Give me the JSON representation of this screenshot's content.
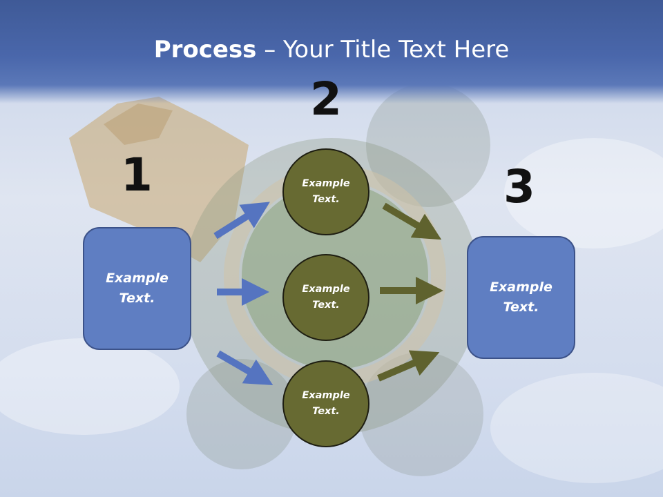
{
  "title": {
    "bold": "Process",
    "rest": " – Your Title Text Here"
  },
  "steps": {
    "one": "1",
    "two": "2",
    "three": "3"
  },
  "left_box": {
    "text": "Example Text."
  },
  "right_box": {
    "text": "Example Text."
  },
  "circles": [
    {
      "text": "Example Text."
    },
    {
      "text": "Example Text."
    },
    {
      "text": "Example Text."
    }
  ],
  "colors": {
    "header": "#4a67ab",
    "box_fill": "#5f7ec2",
    "circle_fill": "#676a32",
    "blue_arrow": "#5574c0",
    "olive_arrow": "#5f622e"
  }
}
